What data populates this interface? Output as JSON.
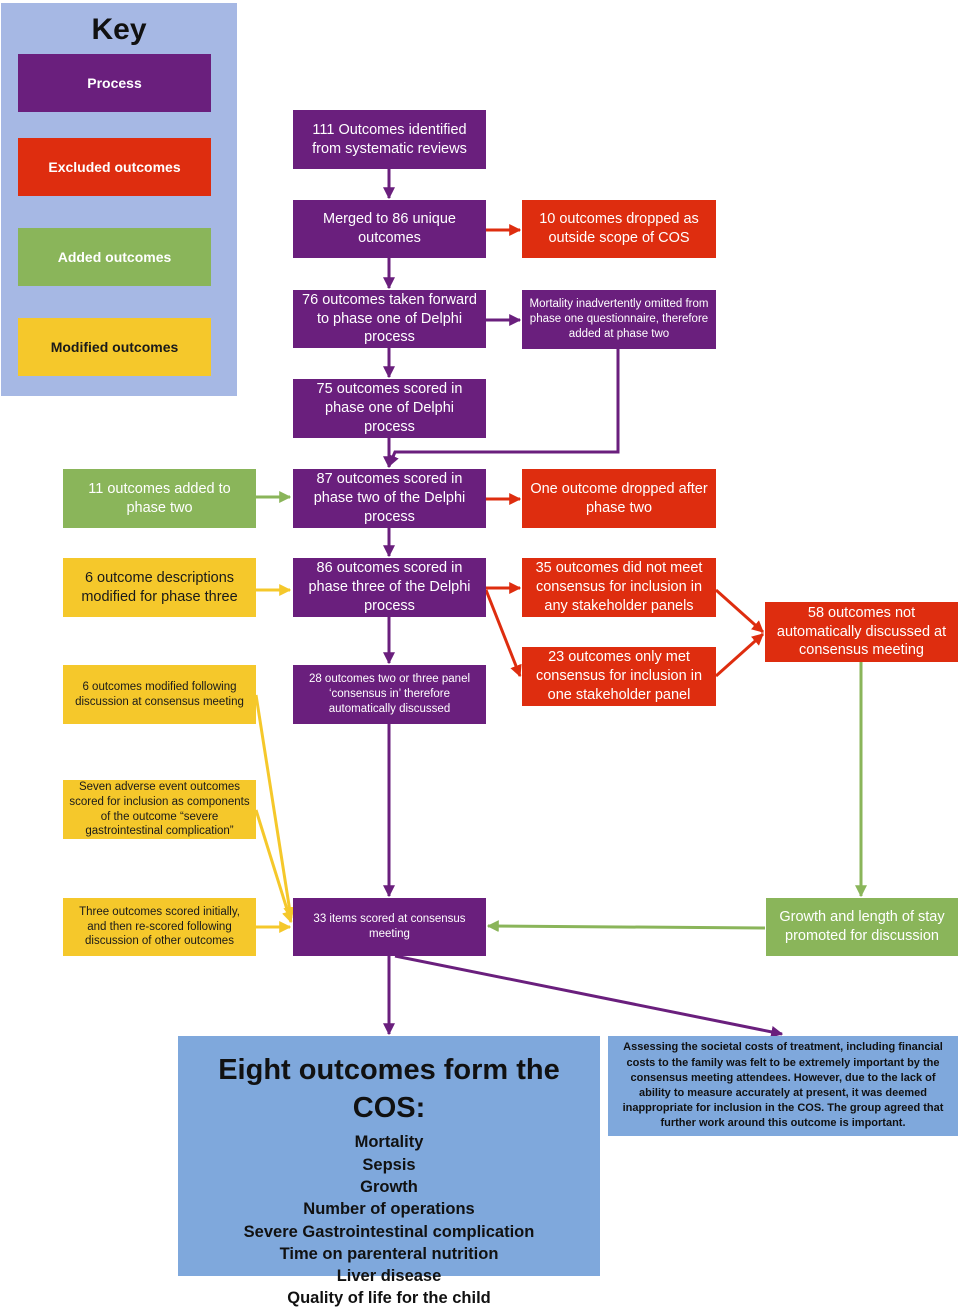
{
  "colors": {
    "process": "#6a1f7d",
    "excluded": "#de2d0f",
    "added": "#8ab55a",
    "modified": "#f5c82b",
    "result": "#7fa8dc",
    "key_background": "#a6b8e4"
  },
  "key": {
    "title": "Key",
    "process": "Process",
    "excluded": "Excluded outcomes",
    "added": "Added outcomes",
    "modified": "Modified outcomes"
  },
  "process": {
    "identified": "111 Outcomes identified from systematic reviews",
    "merged": "Merged to 86 unique outcomes",
    "phase_one_forward": "76 outcomes taken forward to phase one of Delphi process",
    "phase_one_scored": "75 outcomes scored in phase one of Delphi process",
    "phase_two_scored": "87 outcomes scored in phase two of the Delphi process",
    "phase_three_scored": "86 outcomes scored in phase three of the Delphi process",
    "consensus_in": "28 outcomes two or three panel ‘consensus in’ therefore automatically discussed",
    "consensus_meeting": "33 items scored at consensus meeting"
  },
  "excluded": {
    "out_of_scope": "10 outcomes dropped as outside scope of COS",
    "dropped_phase_two": "One outcome dropped after phase two",
    "not_met_any": "35 outcomes did not meet consensus for inclusion in any stakeholder panels",
    "met_one": "23 outcomes only met consensus for inclusion in one stakeholder panel",
    "not_discussed": "58 outcomes not automatically discussed at consensus meeting"
  },
  "mortality_note": "Mortality inadvertently omitted from phase one questionnaire, therefore added at phase two",
  "added": {
    "phase_two": "11 outcomes added to phase two",
    "growth_stay": "Growth and length of stay promoted for discussion"
  },
  "modified": {
    "descriptions": "6 outcome descriptions modified for phase three",
    "following_discussion": "6 outcomes modified following discussion at consensus meeting",
    "adverse_events": "Seven adverse event outcomes scored for inclusion as components of the outcome “severe gastrointestinal complication”",
    "rescored": "Three outcomes scored initially, and then re-scored following discussion of other outcomes"
  },
  "cos": {
    "title": "Eight outcomes form the COS:",
    "items": [
      "Mortality",
      "Sepsis",
      "Growth",
      "Number of operations",
      "Severe Gastrointestinal complication",
      "Time on parenteral nutrition",
      "Liver disease",
      "Quality of life for the child"
    ]
  },
  "societal_note": "Assessing the societal costs of treatment, including financial costs to the family was felt to be extremely important by the consensus meeting attendees. However, due to the lack of ability to measure accurately at present, it was deemed inappropriate for inclusion in the COS. The group agreed that further work around this outcome is important."
}
